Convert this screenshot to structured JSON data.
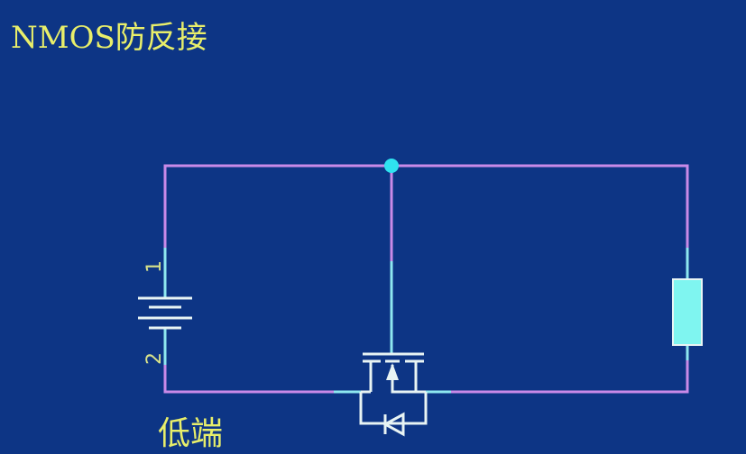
{
  "title": "NMOS防反接",
  "bottom_label": "低端",
  "battery": {
    "pin_top": "1",
    "pin_bottom": "2"
  },
  "colors": {
    "background": "#0d3585",
    "wire": "#c98ae8",
    "component_lead": "#8ee8f0",
    "resistor_fill": "#7ff5f0",
    "junction": "#2fe3f0",
    "symbol": "#e8f4f4",
    "text": "#e8ee6a"
  }
}
